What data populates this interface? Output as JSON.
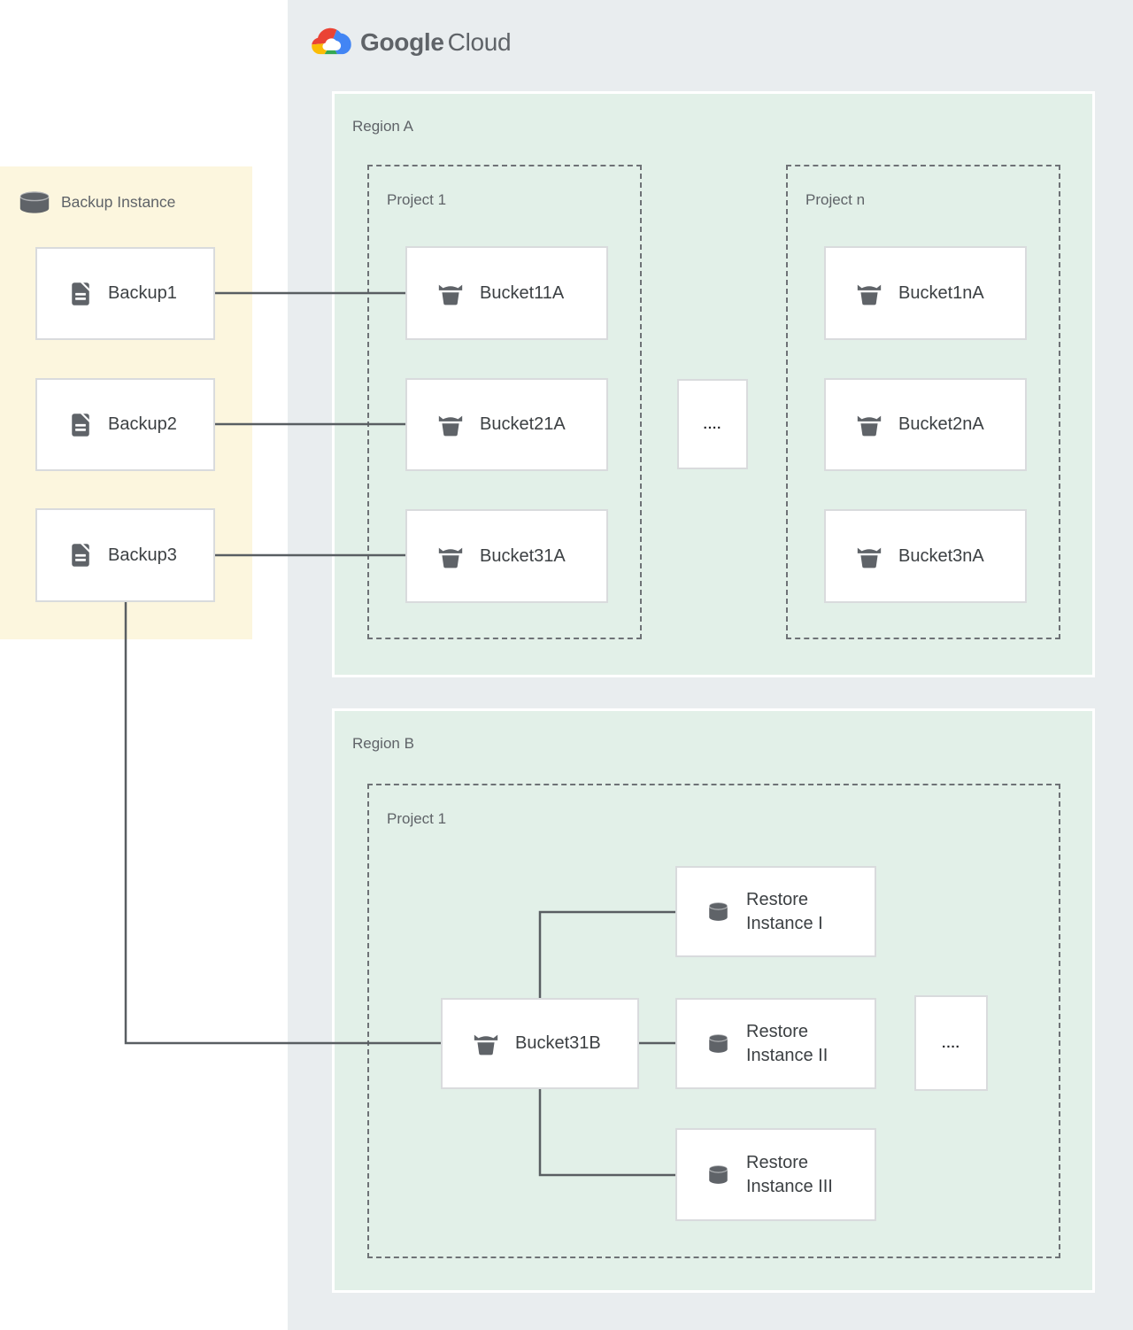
{
  "logo": {
    "part1": "Google",
    "part2": "Cloud"
  },
  "backup_panel": {
    "title": "Backup Instance",
    "backups": [
      "Backup1",
      "Backup2",
      "Backup3"
    ]
  },
  "region_a": {
    "label": "Region A",
    "project_1": {
      "label": "Project 1",
      "buckets": [
        "Bucket11A",
        "Bucket21A",
        "Bucket31A"
      ]
    },
    "project_n": {
      "label": "Project n",
      "buckets": [
        "Bucket1nA",
        "Bucket2nA",
        "Bucket3nA"
      ]
    },
    "ellipsis": "...."
  },
  "region_b": {
    "label": "Region B",
    "project_1": {
      "label": "Project 1"
    },
    "bucket": "Bucket31B",
    "restore_instances": [
      "Restore Instance I",
      "Restore Instance II",
      "Restore Instance III"
    ],
    "ellipsis": "...."
  },
  "colors": {
    "cloud_bg": "#e9edef",
    "region_bg": "#e2f0e8",
    "backup_panel_bg": "#fcf6de",
    "node_border": "#d9dbdd",
    "dashed_border": "#6e7276",
    "connector": "#595e62",
    "icon_gray": "#5f6368",
    "label_gray": "#5f6368",
    "node_text": "#3c4043",
    "logo_blue": "#4285f4",
    "logo_red": "#ea4335",
    "logo_yellow": "#fbbc05",
    "logo_green": "#34a853"
  }
}
